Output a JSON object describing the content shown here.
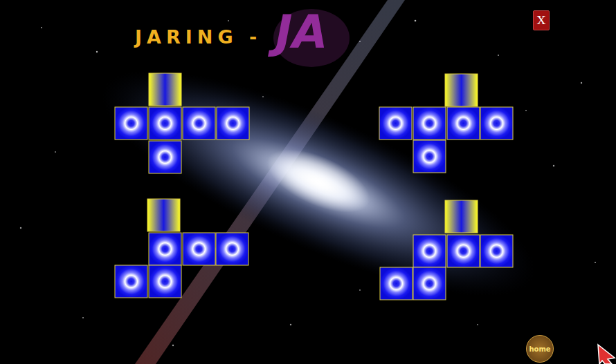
{
  "diagram": {
    "title": "JARING -",
    "nodes": [
      {
        "text": [
          "X"
        ]
      },
      {
        "text": [
          "home"
        ]
      }
    ],
    "labels": [
      "JA"
    ]
  }
}
